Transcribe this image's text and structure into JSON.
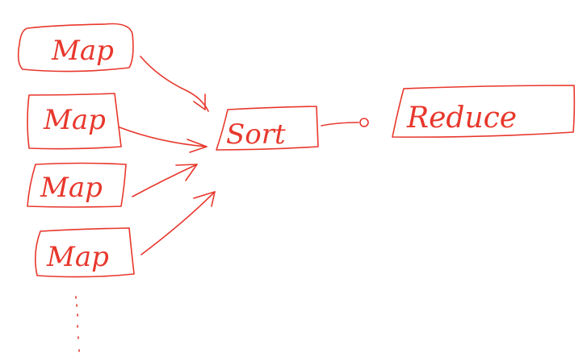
{
  "diagram": {
    "ink_color": "#e8372c",
    "background_color": "#ffffff",
    "nodes": {
      "map_1": {
        "label": "Map"
      },
      "map_2": {
        "label": "Map"
      },
      "map_3": {
        "label": "Map"
      },
      "map_4": {
        "label": "Map"
      },
      "sort": {
        "label": "Sort"
      },
      "reduce": {
        "label": "Reduce"
      }
    },
    "continuation_marker": "more-maps-ellipsis"
  }
}
